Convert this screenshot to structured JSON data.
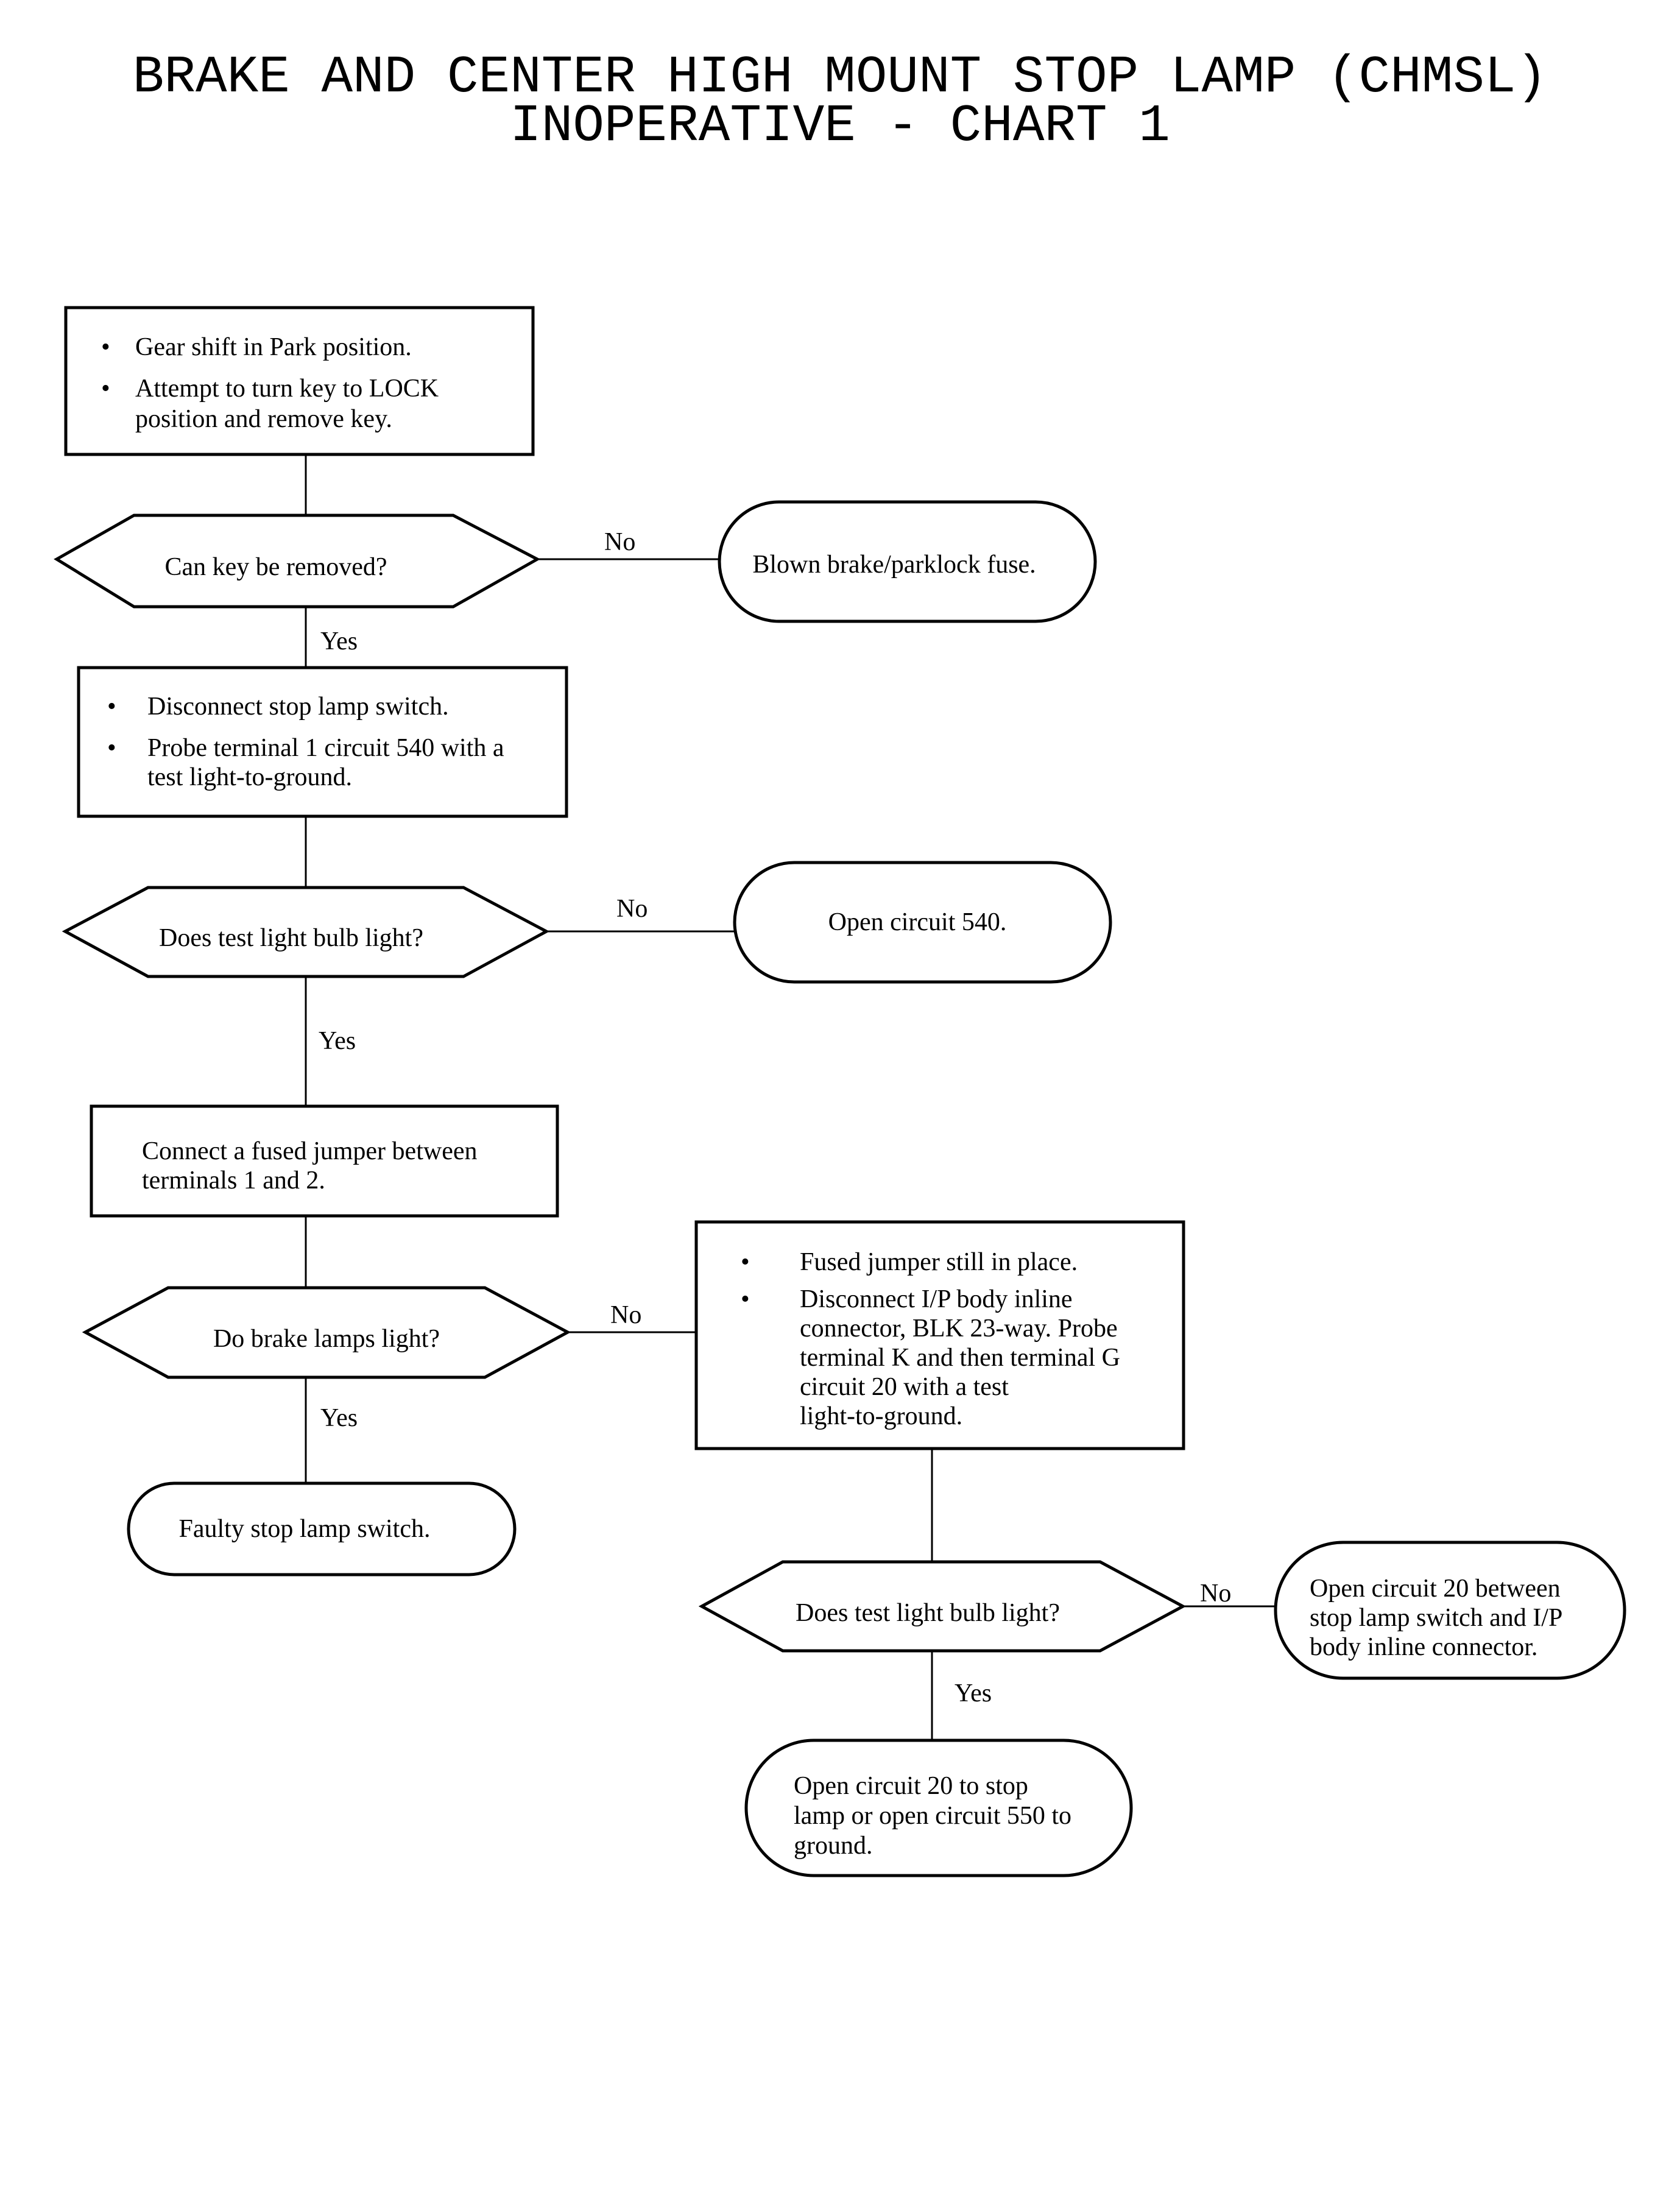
{
  "title": {
    "line1": "BRAKE AND CENTER HIGH MOUNT STOP LAMP (CHMSL)",
    "line2": "INOPERATIVE - CHART 1"
  },
  "steps": {
    "step1": {
      "bullet1": "Gear shift in Park position.",
      "bullet2_line1": "Attempt to turn key to LOCK",
      "bullet2_line2": "position and remove key."
    },
    "decision1": "Can key be removed?",
    "result1": "Blown brake/parklock fuse.",
    "step2": {
      "bullet1": "Disconnect stop lamp switch.",
      "bullet2_line1": "Probe terminal 1 circuit 540 with a",
      "bullet2_line2": "test light-to-ground."
    },
    "decision2": "Does test light bulb light?",
    "result2": "Open circuit 540.",
    "step3": {
      "line1": "Connect a fused jumper between",
      "line2": "terminals 1 and 2."
    },
    "decision3": "Do brake lamps light?",
    "result3": "Faulty stop lamp switch.",
    "step4": {
      "bullet1": "Fused jumper still in place.",
      "bullet2_line1": "Disconnect I/P body inline",
      "bullet2_line2": "connector, BLK 23-way. Probe",
      "bullet2_line3": "terminal K and then terminal G",
      "bullet2_line4": "circuit 20 with a test",
      "bullet2_line5": "light-to-ground."
    },
    "decision4": "Does test light bulb light?",
    "result4": {
      "line1": "Open circuit 20 between",
      "line2": "stop lamp switch and I/P",
      "line3": "body inline connector."
    },
    "result5": {
      "line1": "Open circuit 20 to stop",
      "line2": "lamp or open circuit 550 to",
      "line3": "ground."
    }
  },
  "labels": {
    "yes": "Yes",
    "no": "No",
    "bullet": "•"
  }
}
